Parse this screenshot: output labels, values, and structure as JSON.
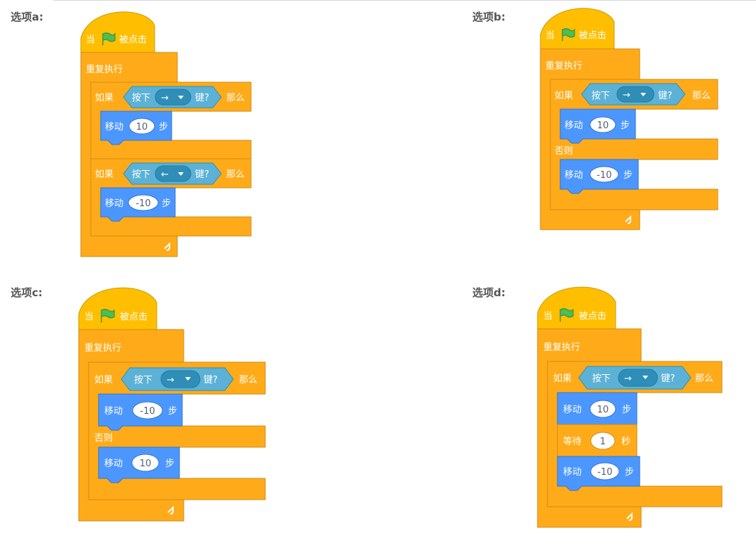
{
  "labels": {
    "a": "选项a:",
    "b": "选项b:",
    "c": "选项c:",
    "d": "选项d:"
  },
  "blocks": {
    "when_prefix": "当",
    "when_suffix": "被点击",
    "forever": "重复执行",
    "if": "如果",
    "then": "那么",
    "else": "否则",
    "key_pressed_prefix": "按下",
    "key_pressed_suffix": "键?",
    "move": "移动",
    "steps": "步",
    "wait": "等待",
    "seconds": "秒"
  },
  "options": {
    "a": {
      "if1_key": "→",
      "if1_move": "10",
      "if2_key": "←",
      "if2_move": "-10"
    },
    "b": {
      "key": "→",
      "then_move": "10",
      "else_move": "-10"
    },
    "c": {
      "key": "→",
      "then_move": "-10",
      "else_move": "10"
    },
    "d": {
      "key": "→",
      "move1": "10",
      "wait": "1",
      "move2": "-10"
    }
  },
  "colors": {
    "events": "#ffbf00",
    "control": "#ffab19",
    "control_dark": "#cf8b17",
    "sensing": "#5cb1d6",
    "sensing_dark": "#2e8eb8",
    "motion": "#4c97ff",
    "motion_dark": "#3373cc",
    "flag": "#4cbf56"
  }
}
